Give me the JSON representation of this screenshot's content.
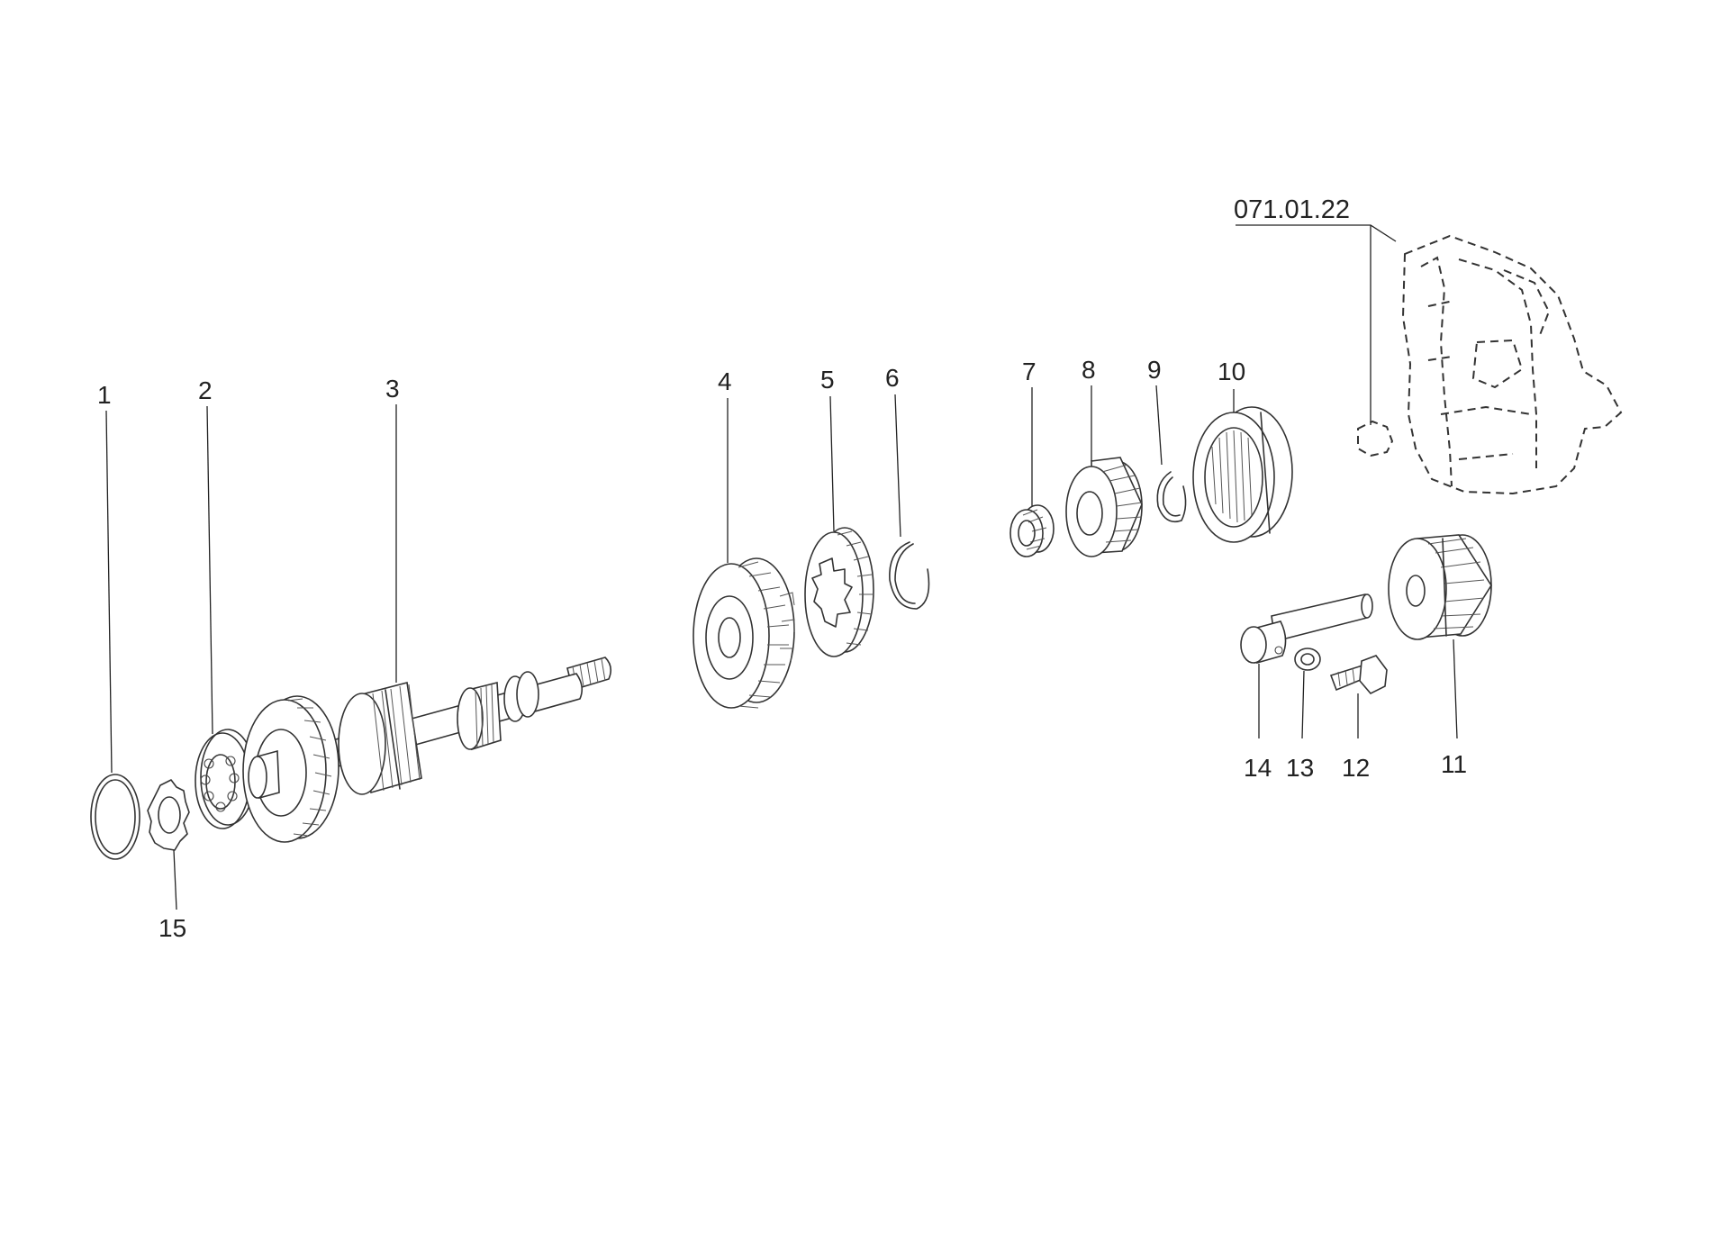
{
  "labels": {
    "p1": "1",
    "p2": "2",
    "p3": "3",
    "p4": "4",
    "p5": "5",
    "p6": "6",
    "p7": "7",
    "p8": "8",
    "p9": "9",
    "p10": "10",
    "p11": "11",
    "p12": "12",
    "p13": "13",
    "p14": "14",
    "p15": "15"
  },
  "reference": "071.01.22"
}
